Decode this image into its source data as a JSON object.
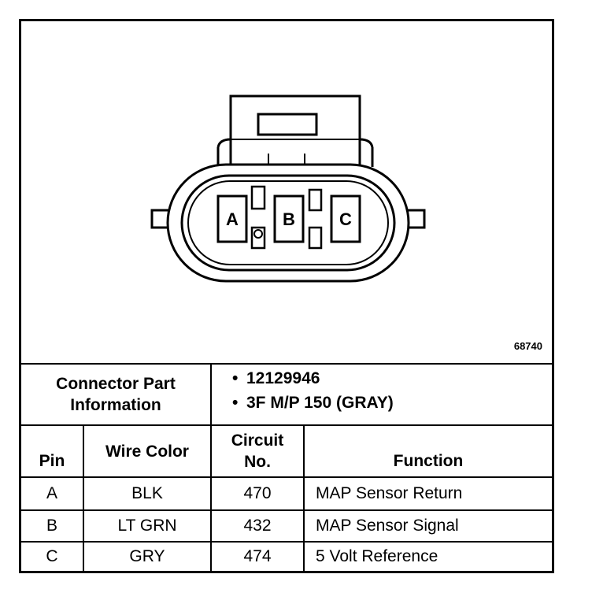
{
  "figure_id": "68740",
  "connector": {
    "pin_labels": [
      "A",
      "B",
      "C"
    ],
    "part_info_label": "Connector Part Information",
    "part_info_items": [
      "12129946",
      "3F M/P 150 (GRAY)"
    ]
  },
  "table": {
    "headers": {
      "pin": "Pin",
      "wire_color": "Wire Color",
      "circuit_no": "Circuit No.",
      "function": "Function"
    },
    "rows": [
      {
        "pin": "A",
        "wire_color": "BLK",
        "circuit_no": "470",
        "function": "MAP Sensor Return"
      },
      {
        "pin": "B",
        "wire_color": "LT GRN",
        "circuit_no": "432",
        "function": "MAP Sensor Signal"
      },
      {
        "pin": "C",
        "wire_color": "GRY",
        "circuit_no": "474",
        "function": "5 Volt Reference"
      }
    ]
  }
}
